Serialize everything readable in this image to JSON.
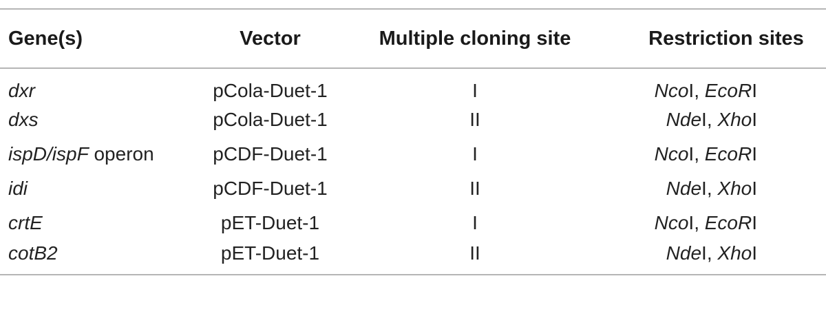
{
  "table": {
    "headers": {
      "gene": "Gene(s)",
      "vector": "Vector",
      "mcs": "Multiple cloning site",
      "rs": "Restriction sites"
    },
    "rows": [
      {
        "gene_italic": "dxr",
        "gene_plain": "",
        "vector": "pCola-Duet-1",
        "mcs": "I",
        "rs1_italic": "Nco",
        "rs1_plain": "I",
        "rs_sep": ", ",
        "rs2_italic": "EcoR",
        "rs2_plain": "I"
      },
      {
        "gene_italic": "dxs",
        "gene_plain": "",
        "vector": "pCola-Duet-1",
        "mcs": "II",
        "rs1_italic": "Nde",
        "rs1_plain": "I",
        "rs_sep": ", ",
        "rs2_italic": "Xho",
        "rs2_plain": "I"
      },
      {
        "gene_italic": "ispD/ispF",
        "gene_plain": " operon",
        "vector": "pCDF-Duet-1",
        "mcs": "I",
        "rs1_italic": "Nco",
        "rs1_plain": "I",
        "rs_sep": ", ",
        "rs2_italic": "EcoR",
        "rs2_plain": "I"
      },
      {
        "gene_italic": "idi",
        "gene_plain": "",
        "vector": "pCDF-Duet-1",
        "mcs": "II",
        "rs1_italic": "Nde",
        "rs1_plain": "I",
        "rs_sep": ", ",
        "rs2_italic": "Xho",
        "rs2_plain": "I"
      },
      {
        "gene_italic": "crtE",
        "gene_plain": "",
        "vector": "pET-Duet-1",
        "mcs": "I",
        "rs1_italic": "Nco",
        "rs1_plain": "I",
        "rs_sep": ", ",
        "rs2_italic": "EcoR",
        "rs2_plain": "I"
      },
      {
        "gene_italic": "cotB2",
        "gene_plain": "",
        "vector": "pET-Duet-1",
        "mcs": "II",
        "rs1_italic": "Nde",
        "rs1_plain": "I",
        "rs_sep": ", ",
        "rs2_italic": "Xho",
        "rs2_plain": "I"
      }
    ]
  },
  "colors": {
    "rule": "#b5b5b5",
    "text": "#1c1c1c"
  }
}
